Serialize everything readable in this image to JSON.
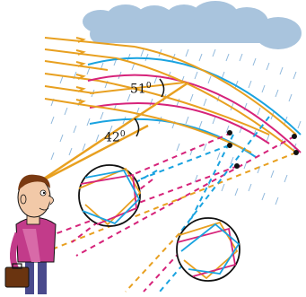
{
  "labels": {
    "angle_outer": "51",
    "angle_inner": "42",
    "degree_mark": "0"
  },
  "colors": {
    "sun_ray": "#e8a020",
    "red_band": "#d6237a",
    "blue_band": "#1aa3e0",
    "cloud": "#a9c4dd",
    "rain": "#8fb8dc",
    "outline": "#111111"
  },
  "icons": {
    "cloud": "cloud-icon",
    "observer": "person-with-briefcase-icon",
    "raindrop_upper": "raindrop-circle-icon",
    "raindrop_lower": "raindrop-circle-icon"
  }
}
